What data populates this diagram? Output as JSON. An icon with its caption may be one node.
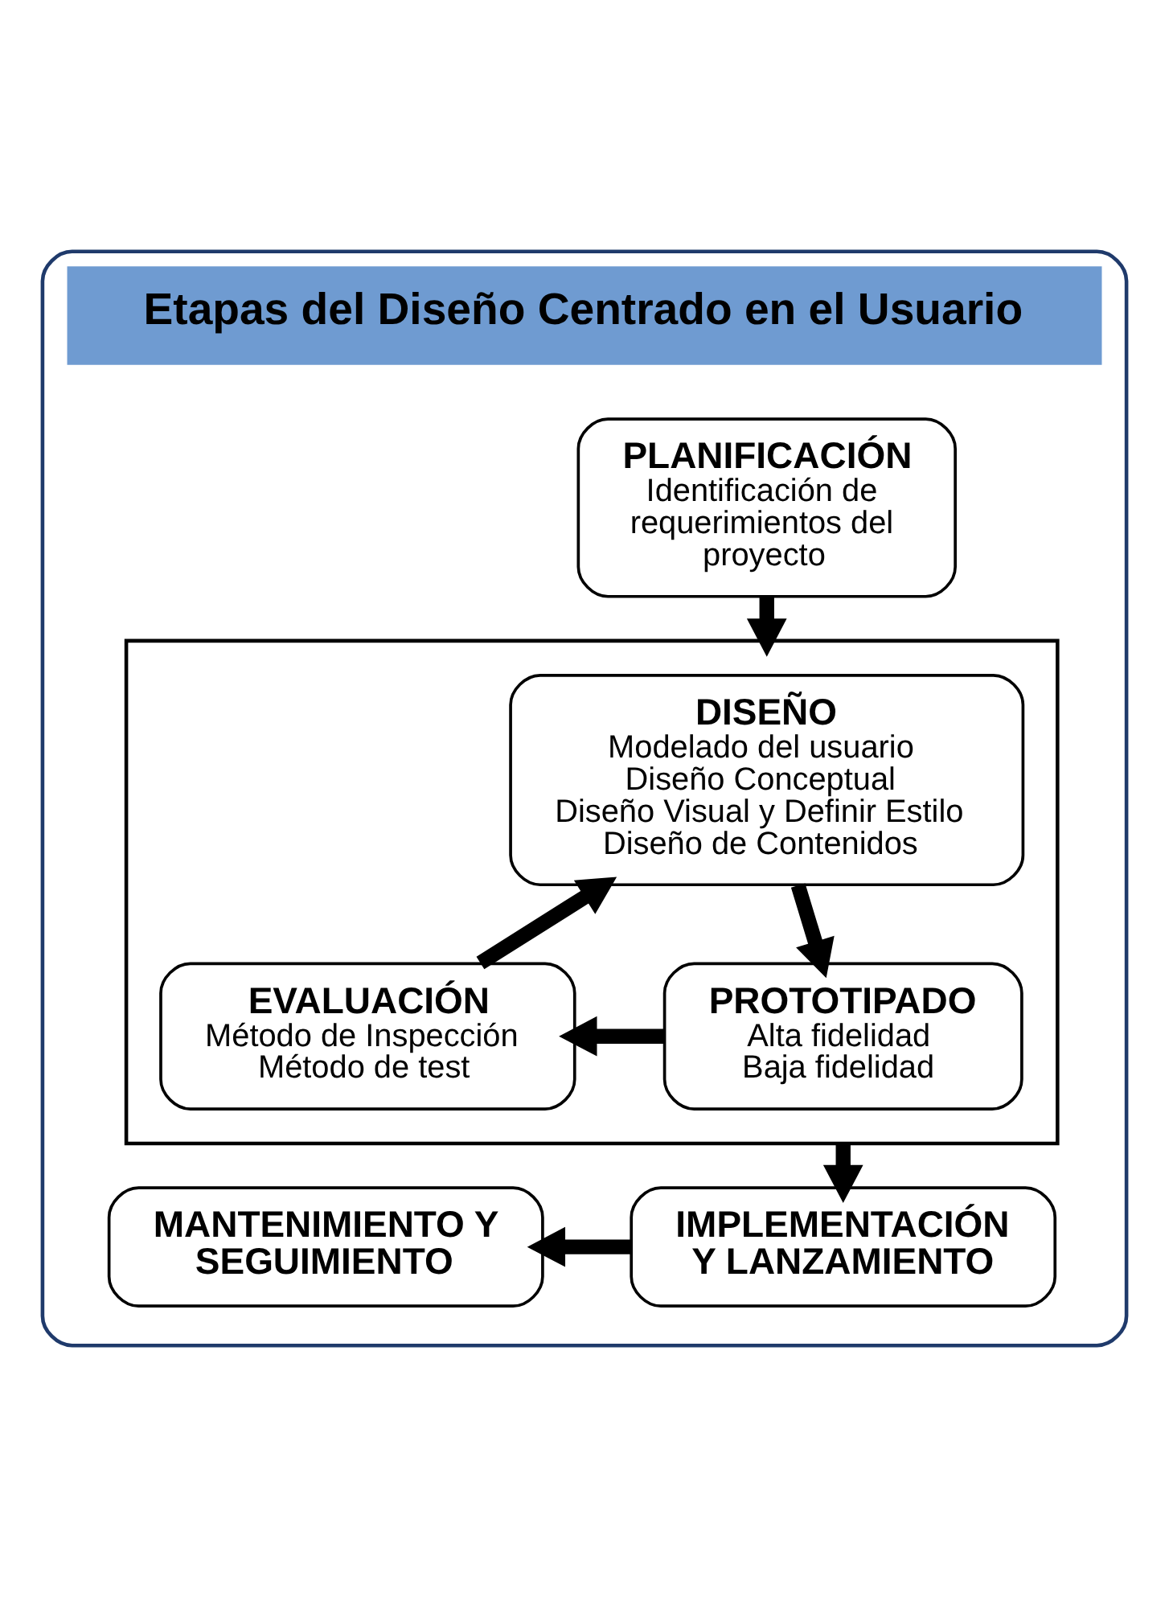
{
  "diagram": {
    "nodes": [
      {
        "text": [
          "Etapas del Diseño Centrado en el Usuario"
        ]
      },
      {
        "text": [
          "PLANIFICACIÓN",
          "Identificación de requerimientos del proyecto"
        ],
        "in": 0
      },
      {
        "text": [],
        "shape": "box",
        "in": 0
      },
      {
        "text": [
          "DISEÑO",
          "Modelado del usuario",
          "Diseño Conceptual",
          "Diseño Visual y Definir Estilo",
          "Diseño de Contenidos"
        ],
        "in": 2
      },
      {
        "text": [
          "EVALUACIÓN",
          "Método de Inspección",
          "Método de test"
        ],
        "in": 2
      },
      {
        "text": [
          "PROTOTIPADO",
          "Alta fidelidad",
          "Baja fidelidad"
        ],
        "in": 2
      },
      {
        "text": [
          "IMPLEMENTACIÓN Y LANZAMIENTO"
        ],
        "in": 0
      },
      {
        "text": [
          "MANTENIMIENTO Y SEGUIMIENTO"
        ],
        "in": 0
      }
    ],
    "edges": [
      {
        "from": 1,
        "to": 2,
        "arrow": "to"
      },
      {
        "from": 3,
        "to": 5,
        "arrow": "to"
      },
      {
        "from": 5,
        "to": 4,
        "arrow": "to"
      },
      {
        "from": 4,
        "to": 3,
        "arrow": "to"
      },
      {
        "from": 2,
        "to": 6,
        "arrow": "to"
      },
      {
        "from": 6,
        "to": 7,
        "arrow": "to"
      }
    ]
  }
}
